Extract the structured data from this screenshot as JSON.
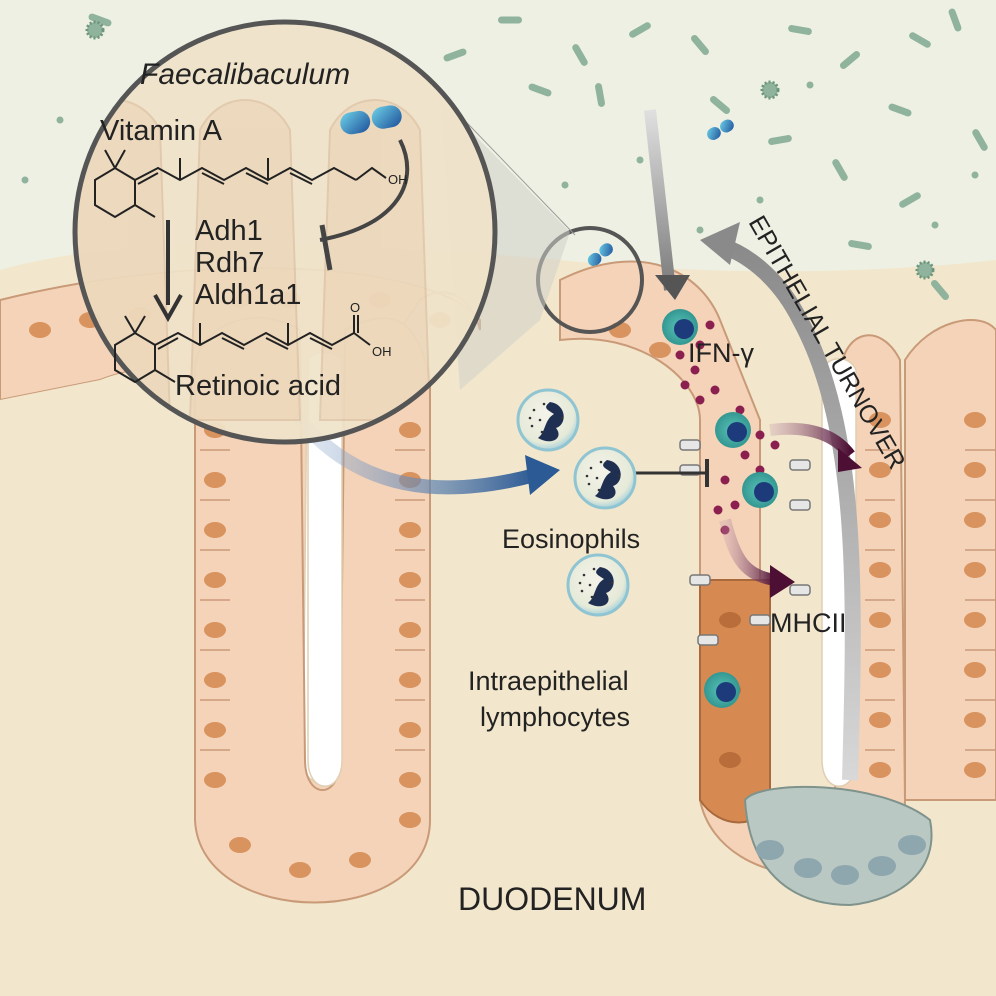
{
  "organism": "Faecalibaculum",
  "substrate": "Vitamin A",
  "enzymes": [
    "Adh1",
    "Rdh7",
    "Aldh1a1"
  ],
  "product": "Retinoic acid",
  "hydroxyl_label": "OH",
  "product_hydroxyl_label": "OH",
  "product_carbonyl_label": "O",
  "cytokine": "IFN-γ",
  "process": "EPITHELIAL TURNOVER",
  "cells": {
    "eosinophils": "Eosinophils",
    "iel_line1": "Intraepithelial",
    "iel_line2": "lymphocytes"
  },
  "marker": "MHCII",
  "region": "DUODENUM",
  "colors": {
    "epithelium": "#f4d3b8",
    "epithelium_border": "#c99a78",
    "nucleus": "#d9935e",
    "lamina": "#f2e7cc",
    "activated_cell": "#d68a52",
    "stem_cell": "#b9c8c2",
    "eosinophil_arrow": "#2c5a94",
    "ifn_arrow": "#5a1238",
    "dots": "#8b1f4f",
    "turnover_arrow": "#9a9a9a",
    "bacterium": "#2f7fb0"
  }
}
